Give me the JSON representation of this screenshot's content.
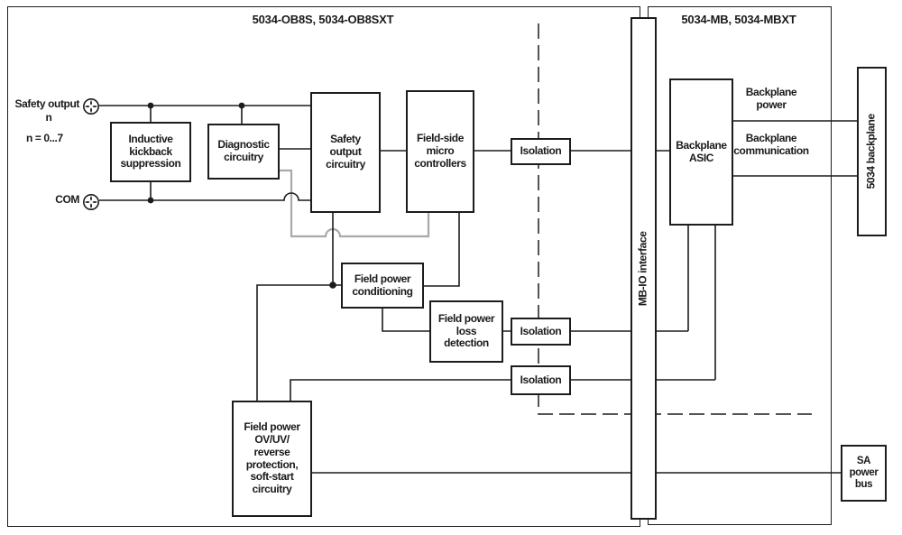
{
  "headers": {
    "left_module": "5034-OB8S, 5034-OB8SXT",
    "right_module": "5034-MB, 5034-MBXT"
  },
  "field_labels": {
    "safety_output": "Safety output",
    "safety_output_sub": "n",
    "channel_range": "n = 0...7",
    "com": "COM"
  },
  "blocks": {
    "inductive": {
      "label": "Inductive\nkickback\nsuppression"
    },
    "diagnostic": {
      "label": "Diagnostic\ncircuitry"
    },
    "safety_output_circuitry": {
      "label": "Safety\noutput\ncircuitry"
    },
    "field_side_micro": {
      "label": "Field-side\nmicro\ncontrollers"
    },
    "isolation_top": {
      "label": "Isolation"
    },
    "isolation_mid": {
      "label": "Isolation"
    },
    "isolation_bottom": {
      "label": "Isolation"
    },
    "field_power_conditioning": {
      "label": "Field power\nconditioning"
    },
    "field_power_loss": {
      "label": "Field power\nloss\ndetection"
    },
    "field_power_protection": {
      "label": "Field power\nOV/UV/\nreverse\nprotection,\nsoft-start\ncircuitry"
    },
    "backplane_asic": {
      "label": "Backplane\nASIC"
    },
    "mb_io_interface": {
      "label": "MB-IO interface"
    },
    "backplane_5034": {
      "label": "5034 backplane"
    },
    "sa_power_bus": {
      "label": "SA\npower\nbus"
    }
  },
  "bus_labels": {
    "backplane_power": "Backplane\npower",
    "backplane_communication": "Backplane\ncommunication"
  },
  "icons": {
    "terminal_safety": "screw-terminal-icon",
    "terminal_com": "screw-terminal-icon"
  },
  "colors": {
    "line": "#1c1c1c",
    "gray_line": "#a9a9a9",
    "text": "#1a1a1a",
    "background": "#ffffff"
  }
}
